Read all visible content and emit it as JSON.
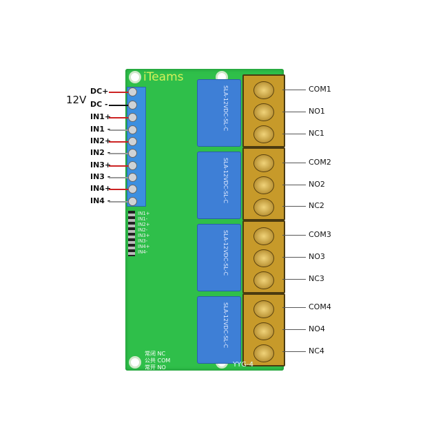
{
  "brand": "iTeams",
  "voltage_label": "12V",
  "left_labels": [
    {
      "text": "DC+",
      "wire": "#cc2222"
    },
    {
      "text": "DC -",
      "wire": "#111111"
    },
    {
      "text": "IN1+",
      "wire": "#cc2222"
    },
    {
      "text": "IN1 -",
      "wire": "#999999"
    },
    {
      "text": "IN2+",
      "wire": "#cc2222"
    },
    {
      "text": "IN2 -",
      "wire": "#999999"
    },
    {
      "text": "IN3+",
      "wire": "#cc2222"
    },
    {
      "text": "IN3 -",
      "wire": "#999999"
    },
    {
      "text": "IN4+",
      "wire": "#cc2222"
    },
    {
      "text": "IN4 -",
      "wire": "#999999"
    }
  ],
  "right_labels": [
    "COM1",
    "NO1",
    "NC1",
    "COM2",
    "NO2",
    "NC2",
    "COM3",
    "NO3",
    "NC3",
    "COM4",
    "NO4",
    "NC4"
  ],
  "pin_labels": [
    "IN1+",
    "IN1-",
    "IN2+",
    "IN2-",
    "IN3+",
    "IN3-",
    "IN4+",
    "IN4-"
  ],
  "relay_text": "SLA-12VDC-SL-C",
  "legend": [
    "常闭 NC",
    "公共 COM",
    "常开 NO"
  ],
  "model": "YYG-4"
}
